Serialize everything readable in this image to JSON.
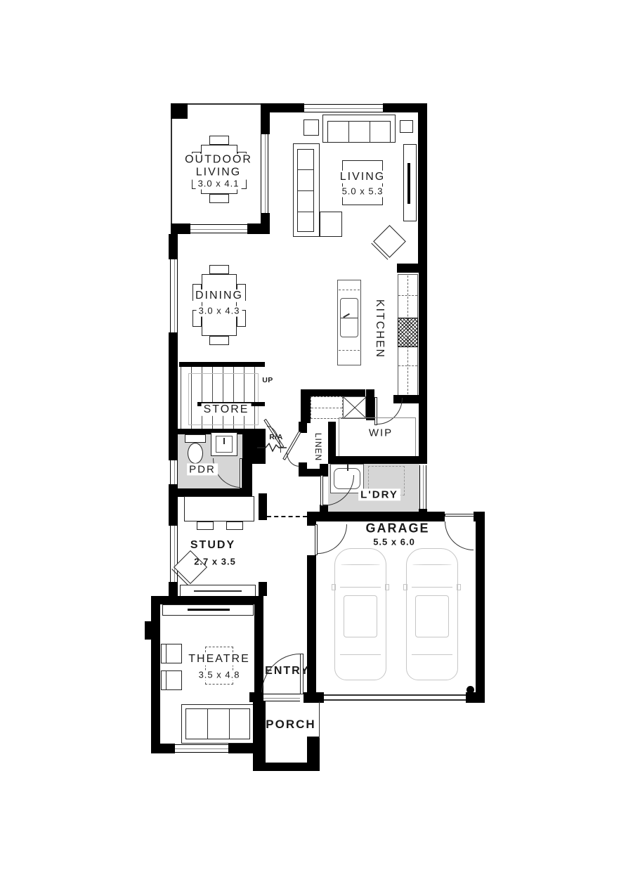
{
  "rooms": {
    "outdoor": {
      "name": "OUTDOOR LIVING",
      "dims": "3.0 x 4.1"
    },
    "living": {
      "name": "LIVING",
      "dims": "5.0 x 5.3"
    },
    "dining": {
      "name": "DINING",
      "dims": "3.0 x 4.3"
    },
    "kitchen": {
      "name": "KITCHEN"
    },
    "store": {
      "name": "STORE"
    },
    "wip": {
      "name": "WIP"
    },
    "pdr": {
      "name": "PDR"
    },
    "linen": {
      "name": "LINEN"
    },
    "ldry": {
      "name": "L'DRY"
    },
    "study": {
      "name": "STUDY",
      "dims": "2.7 x 3.5"
    },
    "garage": {
      "name": "GARAGE",
      "dims": "5.5 x 6.0"
    },
    "theatre": {
      "name": "THEATRE",
      "dims": "3.5 x 4.8"
    },
    "entry": {
      "name": "ENTRY"
    },
    "porch": {
      "name": "PORCH"
    }
  },
  "annotations": {
    "up": "UP",
    "ra": "R/A"
  },
  "colors": {
    "wall": "#000000",
    "shaded_room": "#d6d6d6",
    "car_outline": "#c6c6c6",
    "line": "#333333"
  }
}
